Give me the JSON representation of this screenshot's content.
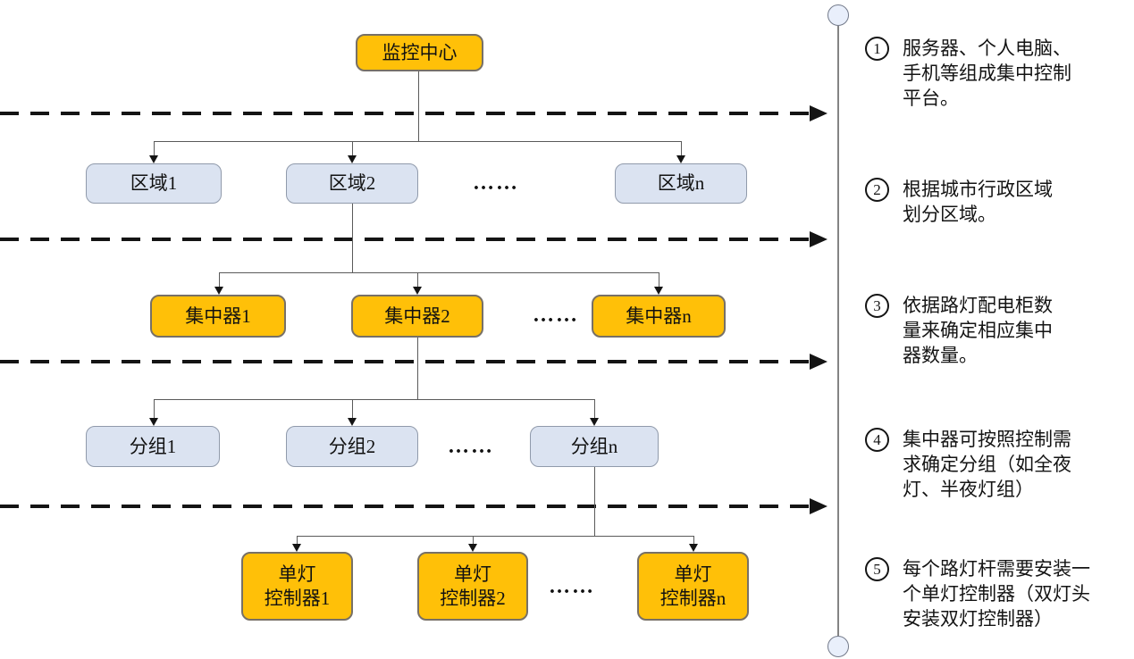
{
  "diagram_type": "hierarchy-tree",
  "colors": {
    "node_orange": "#FFC008",
    "node_light": "#DBE3F1",
    "line": "#141414"
  },
  "tree": {
    "root": {
      "label": "监控中心"
    },
    "levels": [
      {
        "boxes": [
          "区域1",
          "区域2",
          "区域n"
        ],
        "ellipsis": "……"
      },
      {
        "boxes": [
          "集中器1",
          "集中器2",
          "集中器n"
        ],
        "ellipsis": "……"
      },
      {
        "boxes": [
          "分组1",
          "分组2",
          "分组n"
        ],
        "ellipsis": "……"
      },
      {
        "boxes": [
          "单灯\n控制器1",
          "单灯\n控制器2",
          "单灯\n控制器n"
        ],
        "ellipsis": "……"
      }
    ]
  },
  "annotations": [
    {
      "num": "1",
      "lines": [
        "服务器、个人电脑、",
        "手机等组成集中控制",
        "平台。"
      ]
    },
    {
      "num": "2",
      "lines": [
        "根据城市行政区域",
        "划分区域。"
      ]
    },
    {
      "num": "3",
      "lines": [
        "依据路灯配电柜数",
        "量来确定相应集中",
        "器数量。"
      ]
    },
    {
      "num": "4",
      "lines": [
        "集中器可按照控制需",
        "求确定分组（如全夜",
        "灯、半夜灯组）"
      ]
    },
    {
      "num": "5",
      "lines": [
        "每个路灯杆需要安装一",
        "个单灯控制器（双灯头",
        "安装双灯控制器）"
      ]
    }
  ]
}
